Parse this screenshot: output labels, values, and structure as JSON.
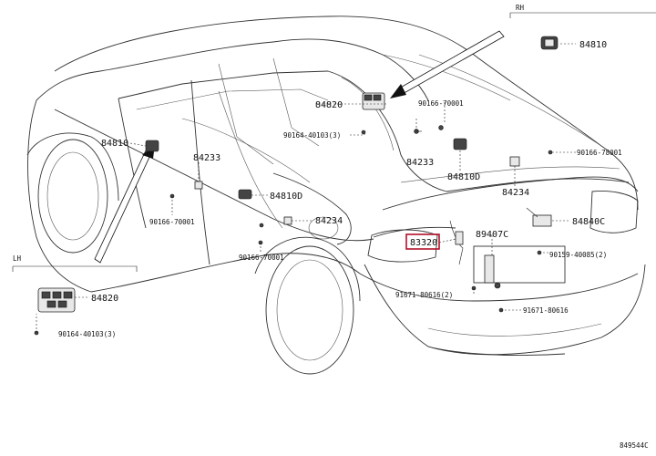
{
  "colors": {
    "highlight": "#b0102a",
    "line": "#333333",
    "background": "#ffffff"
  },
  "diagram": {
    "labels": {
      "lh_header": "LH",
      "rh_header": "RH",
      "p84810_top": "84810",
      "p84820_top": "84820",
      "p90166_70001_top": "90166-70001",
      "p90164_40103_top": "90164-40103(3)",
      "p84233_right": "84233",
      "p84810d_right": "84810D",
      "p90166_78001": "90166-78001",
      "p84234_right": "84234",
      "p84840c": "84840C",
      "p89407c": "89407C",
      "p90159_40085": "90159-40085(2)",
      "p83320": "83320",
      "p91671_80616_2": "91671-80616(2)",
      "p91671_80616": "91671-80616",
      "p84810_left": "84810",
      "p84233_left": "84233",
      "p84810d_left": "84810D",
      "p84234_left": "84234",
      "p90166_70001_left": "90166-70001",
      "p90166_70001_bottom": "90166-70001",
      "p84820_inset": "84820",
      "p90164_40103_inset": "90164-40103(3)",
      "figure_code": "849544C"
    }
  }
}
